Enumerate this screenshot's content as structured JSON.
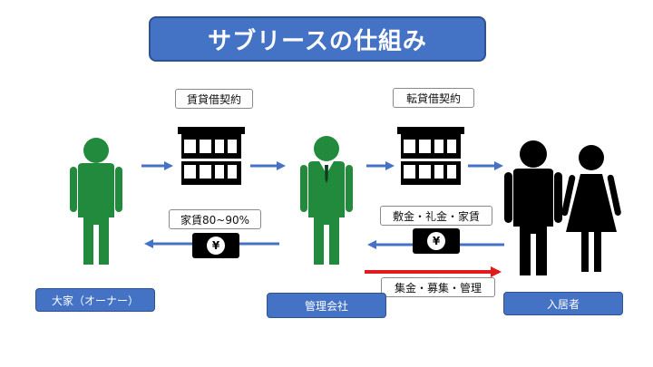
{
  "title": "サブリースの仕組み",
  "labels": {
    "lease_contract": "賃貸借契約",
    "sublease_contract": "転貸借契約",
    "rent_payment": "家賃80~90%",
    "tenant_payment": "敷金・礼金・家賃",
    "management_services": "集金・募集・管理"
  },
  "parties": {
    "owner": "大家（オーナー）",
    "manager": "管理会社",
    "tenant": "入居者"
  },
  "money_symbol": "¥",
  "colors": {
    "title_bg": "#4472c4",
    "owner_figure": "#218a3c",
    "manager_figure": "#218a3c",
    "tenant_figure": "#000000",
    "arrow_blue": "#4472c4",
    "arrow_red": "#e01b1b"
  }
}
